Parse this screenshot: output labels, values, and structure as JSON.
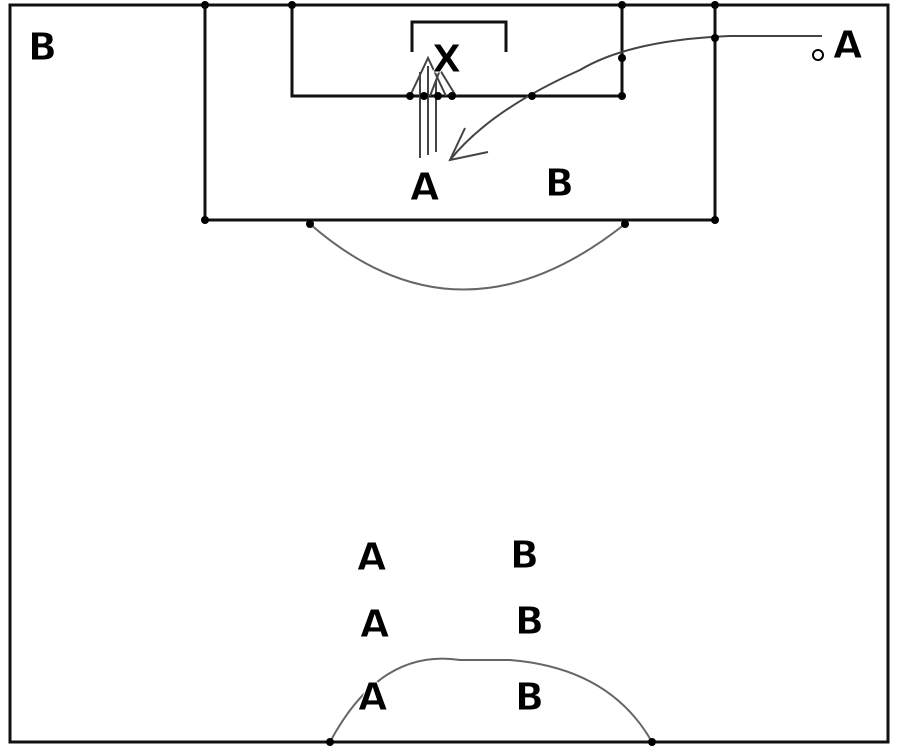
{
  "diagram": {
    "line_color": "#000000",
    "background_color": "#ffffff",
    "ball_icon": "ball-icon",
    "labels": {
      "b_top_left": "B",
      "a_corner": "A",
      "x_goal": "X",
      "a_box": "A",
      "b_box": "B",
      "a_mid_1": "A",
      "b_mid_1": "B",
      "a_mid_2": "A",
      "b_mid_2": "B",
      "a_mid_3": "A",
      "b_mid_3": "B"
    }
  }
}
